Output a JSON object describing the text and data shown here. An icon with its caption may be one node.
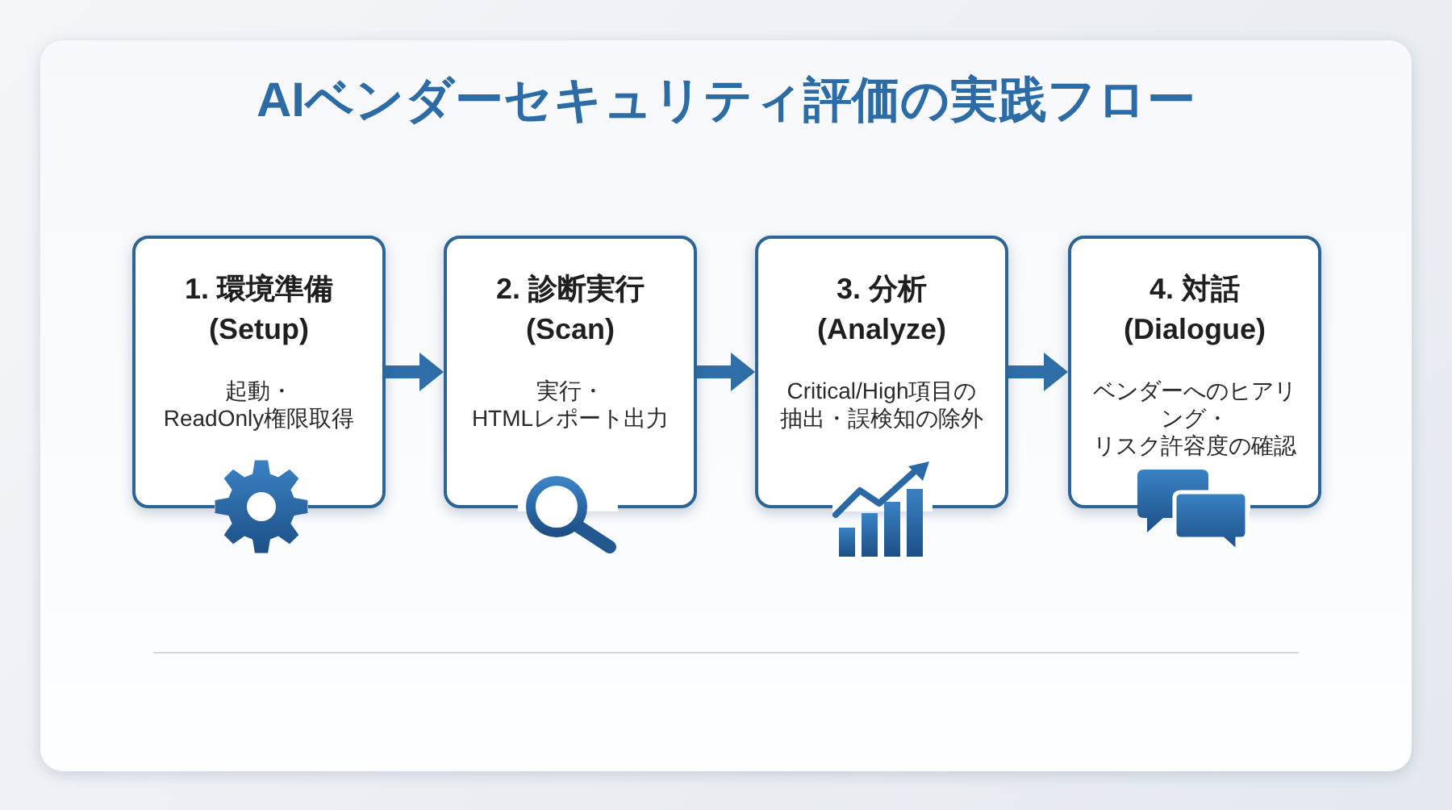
{
  "diagram": {
    "title": "AIベンダーセキュリティ評価の実践フロー",
    "nodes": [
      {
        "text": [
          "1. 環境準備 (Setup)",
          "起動・ReadOnly権限取得"
        ]
      },
      {
        "text": [
          "2. 診断実行 (Scan)",
          "実行・HTMLレポート出力"
        ]
      },
      {
        "text": [
          "3. 分析 (Analyze)",
          "Critical/High項目の抽出・誤検知の除外"
        ]
      },
      {
        "text": [
          "4. 対話 (Dialogue)",
          "ベンダーへのヒアリング・リスク許容度の確認"
        ]
      }
    ],
    "edges": [
      {
        "from": 0,
        "to": 1,
        "arrow": "to"
      },
      {
        "from": 1,
        "to": 2,
        "arrow": "to"
      },
      {
        "from": 2,
        "to": 3,
        "arrow": "to"
      }
    ]
  }
}
